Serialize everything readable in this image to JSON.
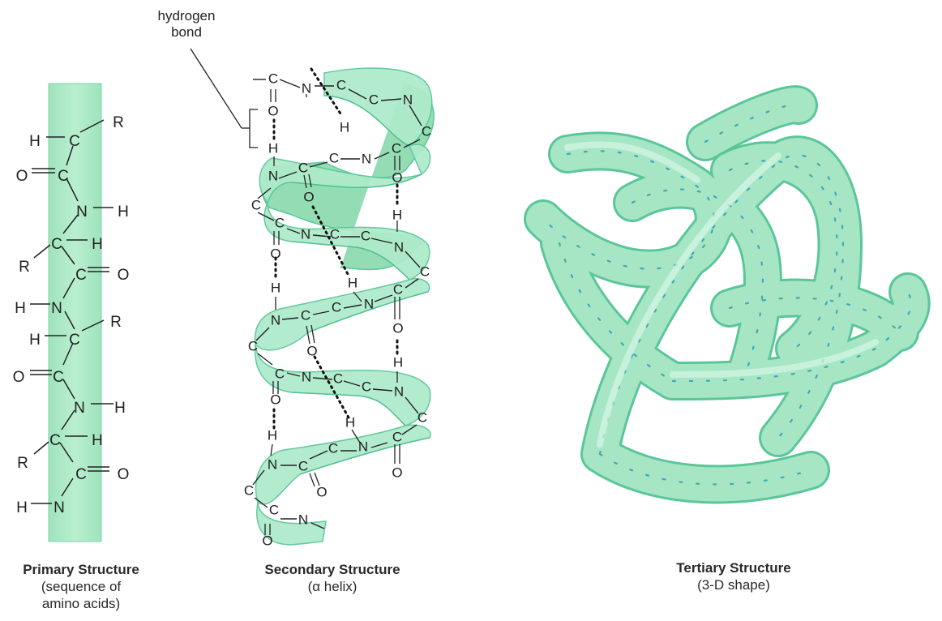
{
  "primary": {
    "atoms": [
      {
        "t": "R"
      },
      {
        "t": "H"
      },
      {
        "t": "C"
      },
      {
        "t": "O"
      },
      {
        "t": "C"
      },
      {
        "t": "N"
      },
      {
        "t": "H"
      },
      {
        "t": "C"
      },
      {
        "t": "H"
      },
      {
        "t": "R"
      },
      {
        "t": "C"
      },
      {
        "t": "O"
      },
      {
        "t": "H"
      },
      {
        "t": "N"
      },
      {
        "t": "R"
      },
      {
        "t": "H"
      },
      {
        "t": "C"
      },
      {
        "t": "O"
      },
      {
        "t": "C"
      },
      {
        "t": "N"
      },
      {
        "t": "H"
      },
      {
        "t": "C"
      },
      {
        "t": "H"
      },
      {
        "t": "R"
      },
      {
        "t": "C"
      },
      {
        "t": "O"
      },
      {
        "t": "H"
      },
      {
        "t": "N"
      }
    ],
    "caption_title": "Primary Structure",
    "caption_sub1": "(sequence of",
    "caption_sub2": "amino acids)"
  },
  "secondary": {
    "hydrogen_label_1": "hydrogen",
    "hydrogen_label_2": "bond",
    "caption_title": "Secondary Structure",
    "caption_sub": "(α helix)"
  },
  "tertiary": {
    "caption_title": "Tertiary Structure",
    "caption_sub": "(3-D shape)"
  },
  "colors": {
    "ribbon_fill": "#a8e8c4",
    "ribbon_edge": "#5cc79a",
    "ribbon_stripe": "#2e9fb0",
    "text": "#1f1f1f"
  }
}
